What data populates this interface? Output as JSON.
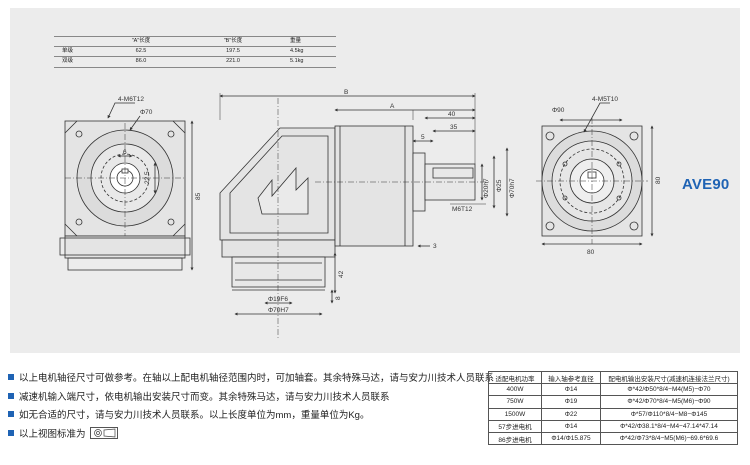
{
  "spec_table": {
    "headers": [
      "",
      "\"A\"长度",
      "\"B\"长度",
      "重量"
    ],
    "rows": [
      [
        "单级",
        "62.5",
        "197.5",
        "4.5kg"
      ],
      [
        "双级",
        "86.0",
        "221.0",
        "5.1kg"
      ]
    ]
  },
  "drawing": {
    "left_view": {
      "thread": "4-M6T12",
      "circle": "Φ70",
      "dim_6": "6",
      "dim_22_5": "22.5",
      "dim_85": "85"
    },
    "side_view": {
      "dim_B": "B",
      "dim_A": "A",
      "dim_40": "40",
      "dim_35": "35",
      "dim_5": "5",
      "dim_20h7": "Φ20h7",
      "dim_25": "Φ25",
      "dim_70h7_v": "Φ70h7",
      "thread": "M6T12",
      "dim_3": "3",
      "dim_42": "42",
      "dim_8": "8",
      "dim_19f6": "Φ19F6",
      "dim_70h7_h": "Φ70H7"
    },
    "right_view": {
      "circle": "Φ90",
      "thread": "4-M5T10",
      "dim_80_v": "80",
      "dim_80_h": "80"
    },
    "model": "AVE90"
  },
  "notes": [
    "以上电机轴径尺寸可做参考。在轴以上配电机轴径范围内时，可加轴套。其余特殊马达，请与安力川技术人员联系",
    "减速机输入端尺寸，依电机输出安装尺寸而变。其余特殊马达，请与安力川技术人员联系",
    "如无合适的尺寸，请与安力川技术人员联系。以上长度单位为mm，重量单位为Kg。",
    "以上视图标准为"
  ],
  "motor_table": {
    "headers": [
      "适配电机功率",
      "输入轴参考直径",
      "配电机输出安装尺寸(减速机连接法兰尺寸)"
    ],
    "rows": [
      [
        "400W",
        "Φ14",
        "Φ*42/Φ50*8/4−M4(M5)−Φ70"
      ],
      [
        "750W",
        "Φ19",
        "Φ*42/Φ70*8/4−M5(M6)−Φ90"
      ],
      [
        "1500W",
        "Φ22",
        "Φ*57/Φ110*8/4−M8−Φ145"
      ],
      [
        "57步进电机",
        "Φ14",
        "Φ*42/Φ38.1*8/4−M4−47.14*47.14"
      ],
      [
        "86步进电机",
        "Φ14/Φ15.875",
        "Φ*42/Φ73*8/4−M5(M6)−69.6*69.6"
      ]
    ]
  }
}
